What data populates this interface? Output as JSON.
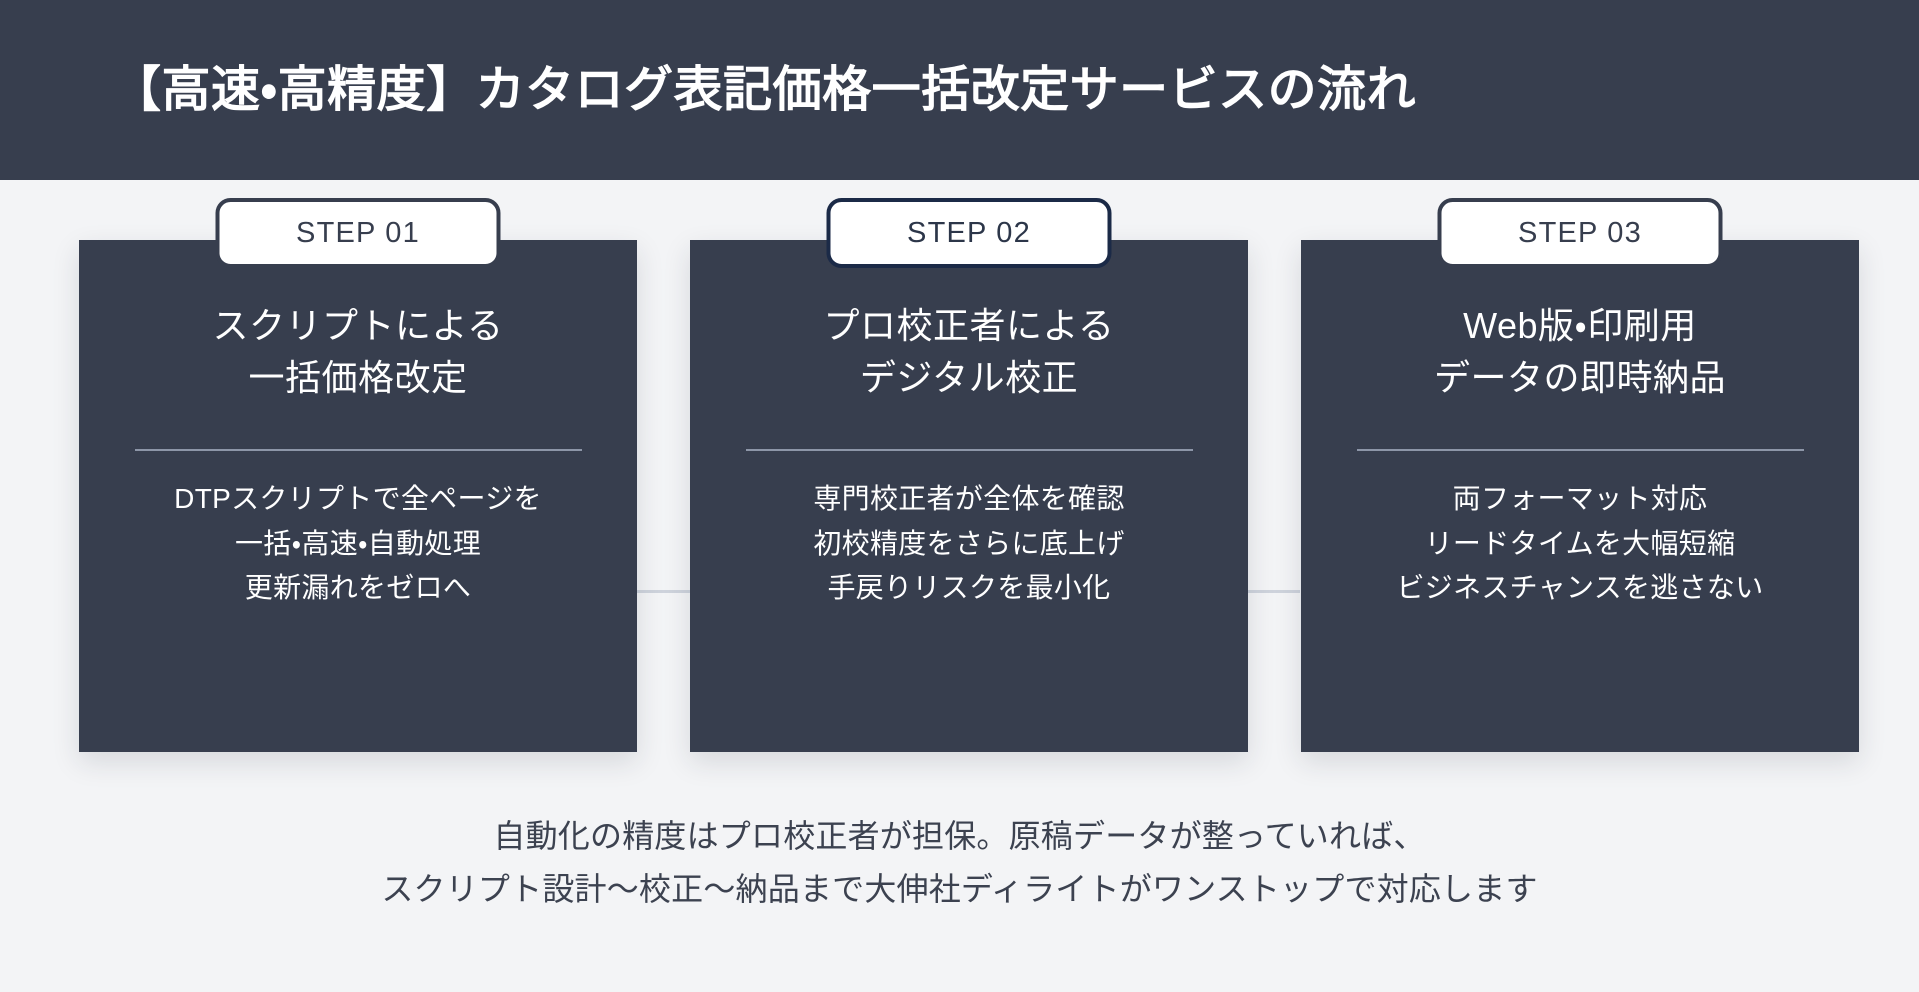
{
  "header": {
    "title": "【高速・高精度】カタログ表記価格一括改定サービスの流れ",
    "background_color": "#373e4e",
    "text_color": "#ffffff"
  },
  "theme": {
    "page_background": "#f3f4f6",
    "card_background": "#373e4e",
    "badge_background": "#ffffff",
    "badge_border": "#373e4e",
    "badge_border_active": "#1b2a47",
    "divider_color": "#8d96a8",
    "connector_color": "#ced3dc",
    "footnote_color": "#3c4250"
  },
  "steps": [
    {
      "badge": "STEP 01",
      "active": false,
      "title": "スクリプトによる\n一括価格改定",
      "description": "DTPスクリプトで全ページを\n一括・高速・自動処理\n更新漏れをゼロへ"
    },
    {
      "badge": "STEP 02",
      "active": true,
      "title": "プロ校正者による\nデジタル校正",
      "description": "専門校正者が全体を確認\n初校精度をさらに底上げ\n手戻りリスクを最小化"
    },
    {
      "badge": "STEP 03",
      "active": false,
      "title": "Web版・印刷用\nデータの即時納品",
      "description": "両フォーマット対応\nリードタイムを大幅短縮\nビジネスチャンスを逃さない"
    }
  ],
  "footnote": "自動化の精度はプロ校正者が担保。原稿データが整っていれば、\nスクリプト設計〜校正〜納品まで大伸社ディライトがワンストップで対応します"
}
